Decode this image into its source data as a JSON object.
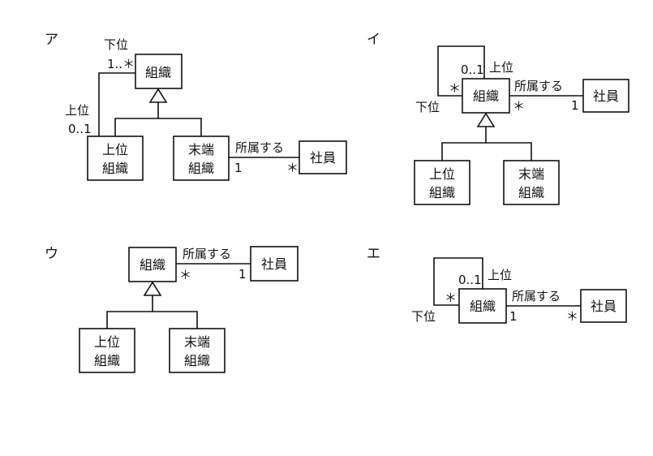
{
  "options": [
    {
      "label": "ア",
      "nodes": {
        "org": "組織",
        "upper_org": [
          "上位",
          "組織"
        ],
        "leaf_org": [
          "末端",
          "組織"
        ],
        "employee": "社員"
      },
      "self_assoc": {
        "role_a": "下位",
        "mult_a": "1..＊",
        "role_b": "上位",
        "mult_b": "0..1"
      },
      "belong_assoc": {
        "label": "所属する",
        "mult_org": "1",
        "mult_emp": "＊"
      }
    },
    {
      "label": "イ",
      "nodes": {
        "org": "組織",
        "upper_org": [
          "上位",
          "組織"
        ],
        "leaf_org": [
          "末端",
          "組織"
        ],
        "employee": "社員"
      },
      "self_assoc": {
        "mult_upper": "0..1",
        "role_upper": "上位",
        "mult_lower": "＊",
        "role_lower": "下位"
      },
      "belong_assoc": {
        "label": "所属する",
        "mult_org": "＊",
        "mult_emp": "1"
      }
    },
    {
      "label": "ウ",
      "nodes": {
        "org": "組織",
        "upper_org": [
          "上位",
          "組織"
        ],
        "leaf_org": [
          "末端",
          "組織"
        ],
        "employee": "社員"
      },
      "belong_assoc": {
        "label": "所属する",
        "mult_org": "＊",
        "mult_emp": "1"
      }
    },
    {
      "label": "エ",
      "nodes": {
        "org": "組織",
        "employee": "社員"
      },
      "self_assoc": {
        "mult_upper": "0..1",
        "role_upper": "上位",
        "mult_lower": "＊",
        "role_lower": "下位"
      },
      "belong_assoc": {
        "label": "所属する",
        "mult_org": "1",
        "mult_emp": "＊"
      }
    }
  ]
}
